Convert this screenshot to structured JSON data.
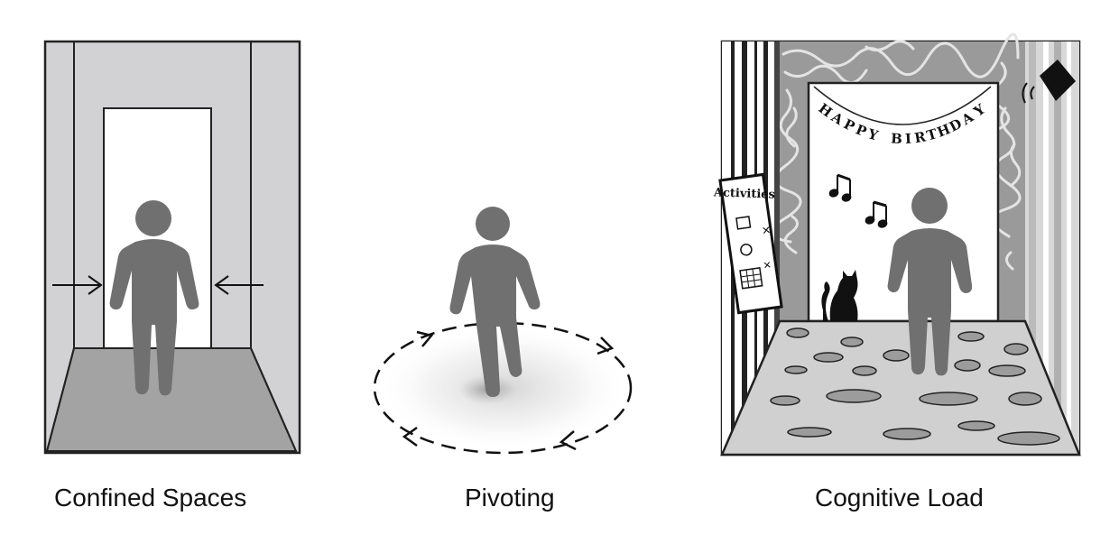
{
  "captions": {
    "confined": "Confined Spaces",
    "pivoting": "Pivoting",
    "cognitive": "Cognitive Load"
  },
  "banner": {
    "letters": [
      "H",
      "A",
      "P",
      "P",
      "Y",
      " ",
      "B",
      "I",
      "R",
      "T",
      "H",
      "D",
      "A",
      "Y"
    ]
  },
  "poster": {
    "title": "Activities"
  },
  "colors": {
    "wall": "#d2d2d4",
    "floor": "#a3a3a3",
    "figure": "#707070",
    "outline": "#222222",
    "doorway": "#ffffff"
  },
  "icons": [
    "arrow-right-icon",
    "arrow-left-icon",
    "music-note-icon",
    "cat-icon",
    "speaker-icon"
  ]
}
